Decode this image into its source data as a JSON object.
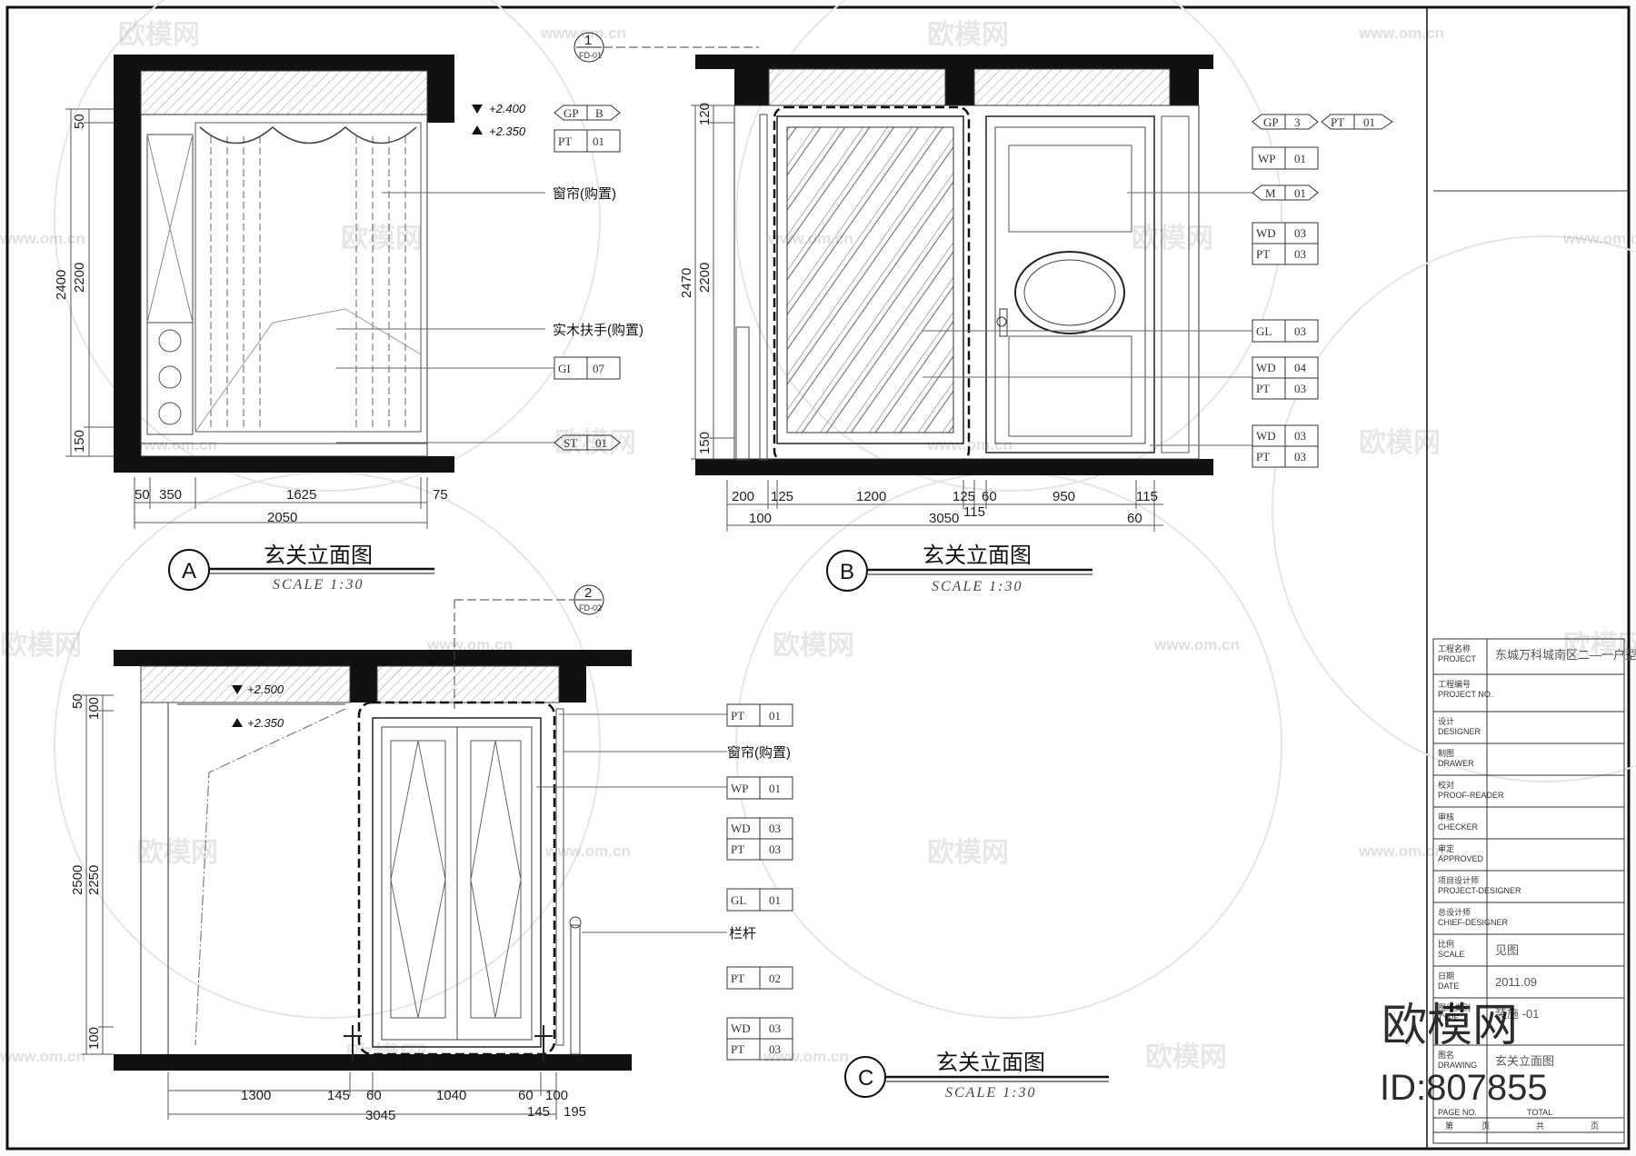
{
  "watermark": {
    "brand": "欧模网",
    "url": "www.om.cn",
    "stamp_brand": "欧模网",
    "stamp_id": "ID:807855"
  },
  "views": {
    "A": {
      "letter": "A",
      "title": "玄关立面图",
      "scale": "SCALE 1:30",
      "levels": [
        "+2.400",
        "+2.350"
      ],
      "notes": [
        "窗帘(购置)",
        "实木扶手(购置)"
      ],
      "tags": [
        {
          "a": "GP",
          "b": "B"
        },
        {
          "a": "PT",
          "b": "01"
        },
        {
          "a": "GI",
          "b": "07"
        },
        {
          "a": "ST",
          "b": "01"
        }
      ],
      "v_dims": [
        "2400",
        "2200",
        "50",
        "150"
      ],
      "h_dims": [
        "50",
        "350",
        "1625",
        "75",
        "2050"
      ]
    },
    "B": {
      "letter": "B",
      "title": "玄关立面图",
      "scale": "SCALE 1:30",
      "callout_num": "1",
      "callout_ref": "FD-01",
      "tags": [
        {
          "a": "GP",
          "b": "3"
        },
        {
          "a": "PT",
          "b": "01"
        },
        {
          "a": "WP",
          "b": "01"
        },
        {
          "a": "M",
          "b": "01"
        },
        {
          "a": "WD",
          "b": "03"
        },
        {
          "a": "PT",
          "b": "03"
        },
        {
          "a": "GL",
          "b": "03"
        },
        {
          "a": "WD",
          "b": "04"
        },
        {
          "a": "PT",
          "b": "03"
        },
        {
          "a": "WD",
          "b": "03"
        },
        {
          "a": "PT",
          "b": "03"
        }
      ],
      "v_dims": [
        "2470",
        "2200",
        "120",
        "150"
      ],
      "h_dims": [
        "200",
        "125",
        "1200",
        "125",
        "60",
        "950",
        "115",
        "115",
        "100",
        "3050",
        "60"
      ]
    },
    "C": {
      "letter": "C",
      "title": "玄关立面图",
      "scale": "SCALE 1:30",
      "callout_num": "2",
      "callout_ref": "FD-02",
      "levels": [
        "+2.500",
        "+2.350"
      ],
      "notes": [
        "窗帘(购置)",
        "栏杆"
      ],
      "tags": [
        {
          "a": "PT",
          "b": "01"
        },
        {
          "a": "WP",
          "b": "01"
        },
        {
          "a": "WD",
          "b": "03"
        },
        {
          "a": "PT",
          "b": "03"
        },
        {
          "a": "GL",
          "b": "01"
        },
        {
          "a": "PT",
          "b": "02"
        },
        {
          "a": "WD",
          "b": "03"
        },
        {
          "a": "PT",
          "b": "03"
        }
      ],
      "v_dims": [
        "2500",
        "2250",
        "50",
        "100",
        "100"
      ],
      "h_dims": [
        "1300",
        "145",
        "60",
        "1040",
        "60",
        "100",
        "3045",
        "145",
        "195"
      ]
    }
  },
  "title_block": {
    "rows": [
      {
        "cn": "工程名称",
        "en": "PROJECT",
        "value": "东城万科城南区二—一户型"
      },
      {
        "cn": "工程编号",
        "en": "PROJECT NO.",
        "value": ""
      },
      {
        "cn": "设计",
        "en": "DESIGNER",
        "value": ""
      },
      {
        "cn": "制图",
        "en": "DRAWER",
        "value": ""
      },
      {
        "cn": "校对",
        "en": "PROOF-READER",
        "value": ""
      },
      {
        "cn": "审核",
        "en": "CHECKER",
        "value": ""
      },
      {
        "cn": "审定",
        "en": "APPROVED",
        "value": ""
      },
      {
        "cn": "项目设计师",
        "en": "PROJECT-DESIGNER",
        "value": ""
      },
      {
        "cn": "总设计师",
        "en": "CHIEF-DESIGNER",
        "value": ""
      },
      {
        "cn": "比例",
        "en": "SCALE",
        "value": "见图"
      },
      {
        "cn": "日期",
        "en": "DATE",
        "value": "2011.09"
      },
      {
        "cn": "图纸类别",
        "en": "TYPE",
        "value": "装施  -01"
      },
      {
        "cn": "图名",
        "en": "DRAWING",
        "value": "玄关立面图"
      }
    ],
    "page_no": "PAGE NO.",
    "total": "TOTAL",
    "di": "第",
    "ye": "页",
    "gong": "共",
    "ye2": "页"
  }
}
